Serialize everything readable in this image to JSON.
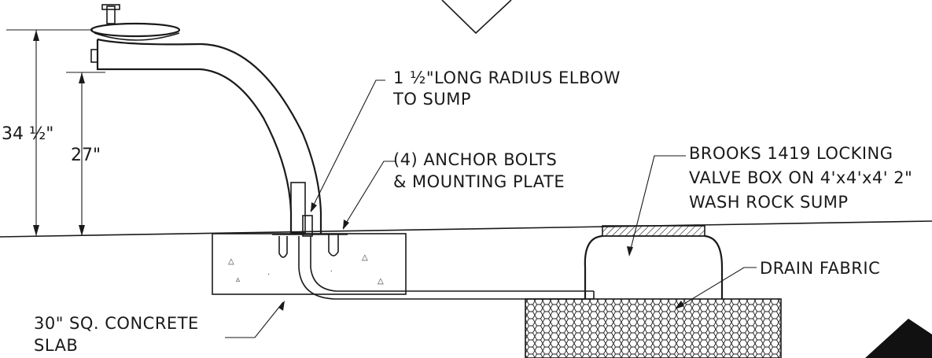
{
  "dimensions": {
    "overall_height": "34 ½\"",
    "spout_height": "27\""
  },
  "callouts": {
    "elbow": [
      "1 ½\"LONG RADIUS ELBOW",
      "TO SUMP"
    ],
    "anchor_bolts": [
      "(4) ANCHOR BOLTS",
      "& MOUNTING PLATE"
    ],
    "valve_box": [
      "BROOKS 1419 LOCKING",
      "VALVE BOX ON 4'x4'x4' 2\"",
      "WASH ROCK SUMP"
    ],
    "drain_fabric": [
      "DRAIN FABRIC"
    ],
    "slab": [
      "30\" SQ. CONCRETE",
      "SLAB"
    ]
  }
}
